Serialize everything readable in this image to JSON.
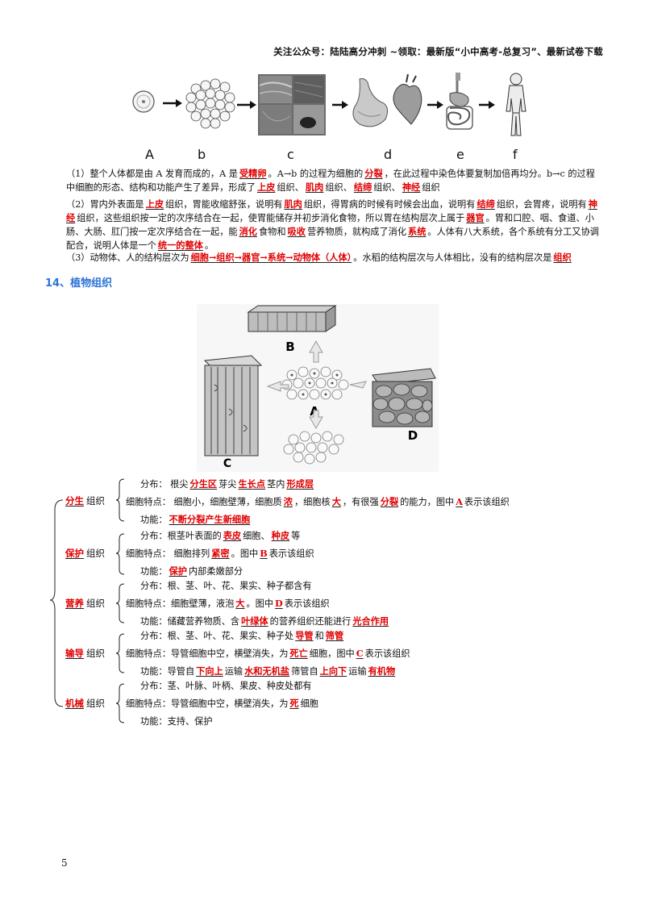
{
  "header": "关注公众号：陆陆高分冲刺 ~领取：最新版“小中高考-总复习”、最新试卷下载",
  "stage_labels": [
    "A",
    "b",
    "c",
    "d",
    "e",
    "f"
  ],
  "q1": {
    "t1": "（1）整个人体都是由 A 发育而成的，A 是",
    "a1": "受精卵",
    "t2": "。A→b 的过程为细胞的",
    "a2": "分裂",
    "t3": "，在此过程中染色体要复制加倍再均分。b→c 的过程中细胞的形态、结构和功能产生了差异，形成了",
    "a3": "上皮",
    "t4": "组织、",
    "a4": "肌肉",
    "t5": "组织、",
    "a5": "结缔",
    "t6": "组织、",
    "a6": "神经",
    "t7": "组织"
  },
  "q2": {
    "t1": "（2）胃内外表面是",
    "a1": "上皮",
    "t2": "组织，胃能收缩舒张，说明有",
    "a2": "肌肉",
    "t3": "组织，得胃病的时候有时候会出血，说明有",
    "a3": "结缔",
    "t4": "组织，会胃疼，说明有",
    "a4": "神经",
    "t5": "组织，这些组织按一定的次序结合在一起，使胃能储存并初步消化食物，所以胃在结构层次上属于",
    "a5": "器官",
    "t6": "。胃和口腔、咽、食道、小肠、大肠、肛门按一定次序结合在一起，能",
    "a6": "消化",
    "t7": "食物和",
    "a7": "吸收",
    "t8": "营养物质，就构成了消化",
    "a8": "系统",
    "t9": "。人体有八大系统，各个系统有分工又协调配合，说明人体是一个",
    "a9": "统一的整体",
    "t10": "。"
  },
  "q3": {
    "t1": "（3）动物体、人的结构层次为",
    "a1": "细胞→组织→器官→系统→动物体（人体）",
    "t2": "。水稻的结构层次与人体相比，没有的结构层次是",
    "a2": "组织"
  },
  "section_title": "14、植物组织",
  "figure_labels": [
    "B",
    "A",
    "C",
    "D"
  ],
  "tissue_suffix": "组织",
  "tissues": {
    "fensheng": {
      "name": "分生",
      "l1a": "分布：  根尖",
      "l1b": "分生区",
      "l1c": "芽尖",
      "l1d": "生长点",
      "l1e": "茎内",
      "l1f": "形成层",
      "l2a": "细胞特点：  细胞小，细胞壁薄，细胞质",
      "l2b": "浓",
      "l2c": "，细胞核",
      "l2d": "大",
      "l2e": "，有很强",
      "l2f": "分裂",
      "l2g": "的能力，图中",
      "l2h": "A",
      "l2i": "表示该组织",
      "l3a": "功能：",
      "l3b": "不断分裂产生新细胞"
    },
    "baohu": {
      "name": "保护",
      "l1a": "分布：根茎叶表面的",
      "l1b": "表皮",
      "l1c": "细胞、",
      "l1d": "种皮",
      "l1e": "等",
      "l2a": "细胞特点：  细胞排列",
      "l2b": "紧密",
      "l2c": "。图中",
      "l2d": "B",
      "l2e": "表示该组织",
      "l3a": "功能：",
      "l3b": "保护",
      "l3c": "内部柔嫩部分"
    },
    "yingyang": {
      "name": "营养",
      "l1a": "分布：根、茎、叶、花、果实、种子都含有",
      "l2a": "细胞特点：细胞壁薄，液泡",
      "l2b": "大",
      "l2c": "。图中",
      "l2d": "D",
      "l2e": "表示该组织",
      "l3a": "功能：储藏营养物质、含",
      "l3b": "叶绿体",
      "l3c": "的营养组织还能进行",
      "l3d": "光合作用"
    },
    "shudao": {
      "name": "输导",
      "l1a": "分布：根、茎、叶、花、果实、种子处",
      "l1b": "导管",
      "l1c": "和",
      "l1d": "筛管",
      "l2a": "细胞特点：导管细胞中空，横壁消失，为",
      "l2b": "死亡",
      "l2c": "细胞，图中",
      "l2d": "C",
      "l2e": "表示该组织",
      "l3a": "功能：导管自",
      "l3b": "下向上",
      "l3c": "运输",
      "l3d": "水和无机盐",
      "l3e": "筛管自",
      "l3f": "上向下",
      "l3g": "运输",
      "l3h": "有机物"
    },
    "jixie": {
      "name": "机械",
      "l1a": "分布：茎、叶脉、叶柄、果皮、种皮处都有",
      "l2a": "细胞特点：导管细胞中空，横壁消失，为",
      "l2b": "死",
      "l2c": "细胞",
      "l3a": "功能：支持、保护"
    }
  },
  "page_number": "5"
}
